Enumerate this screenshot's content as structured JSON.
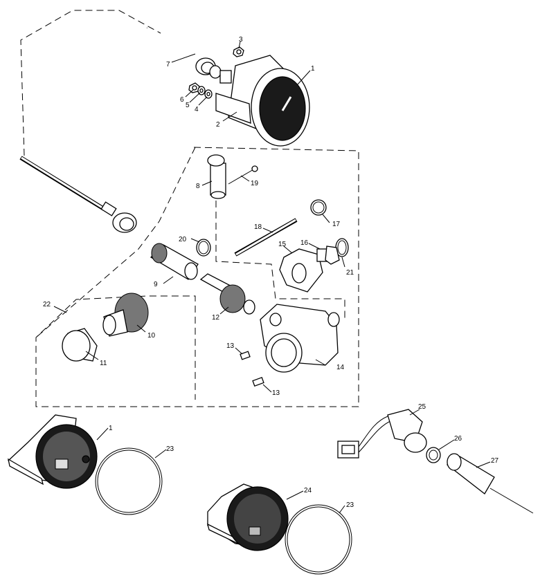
{
  "title": "",
  "callouts": [
    {
      "id": "c1a",
      "label": "1"
    },
    {
      "id": "c2",
      "label": "2"
    },
    {
      "id": "c3",
      "label": "3"
    },
    {
      "id": "c4",
      "label": "4"
    },
    {
      "id": "c5",
      "label": "5"
    },
    {
      "id": "c6",
      "label": "6"
    },
    {
      "id": "c7",
      "label": "7"
    },
    {
      "id": "c8",
      "label": "8"
    },
    {
      "id": "c9",
      "label": "9"
    },
    {
      "id": "c10",
      "label": "10"
    },
    {
      "id": "c11",
      "label": "11"
    },
    {
      "id": "c12",
      "label": "12"
    },
    {
      "id": "c13a",
      "label": "13"
    },
    {
      "id": "c13b",
      "label": "13"
    },
    {
      "id": "c14",
      "label": "14"
    },
    {
      "id": "c15",
      "label": "15"
    },
    {
      "id": "c16",
      "label": "16"
    },
    {
      "id": "c17",
      "label": "17"
    },
    {
      "id": "c18",
      "label": "18"
    },
    {
      "id": "c19",
      "label": "19"
    },
    {
      "id": "c20",
      "label": "20"
    },
    {
      "id": "c21",
      "label": "21"
    },
    {
      "id": "c22",
      "label": "22"
    },
    {
      "id": "c1b",
      "label": "1"
    },
    {
      "id": "c23a",
      "label": "23"
    },
    {
      "id": "c24",
      "label": "24"
    },
    {
      "id": "c23b",
      "label": "23"
    },
    {
      "id": "c25",
      "label": "25"
    },
    {
      "id": "c26",
      "label": "26"
    },
    {
      "id": "c27",
      "label": "27"
    }
  ]
}
